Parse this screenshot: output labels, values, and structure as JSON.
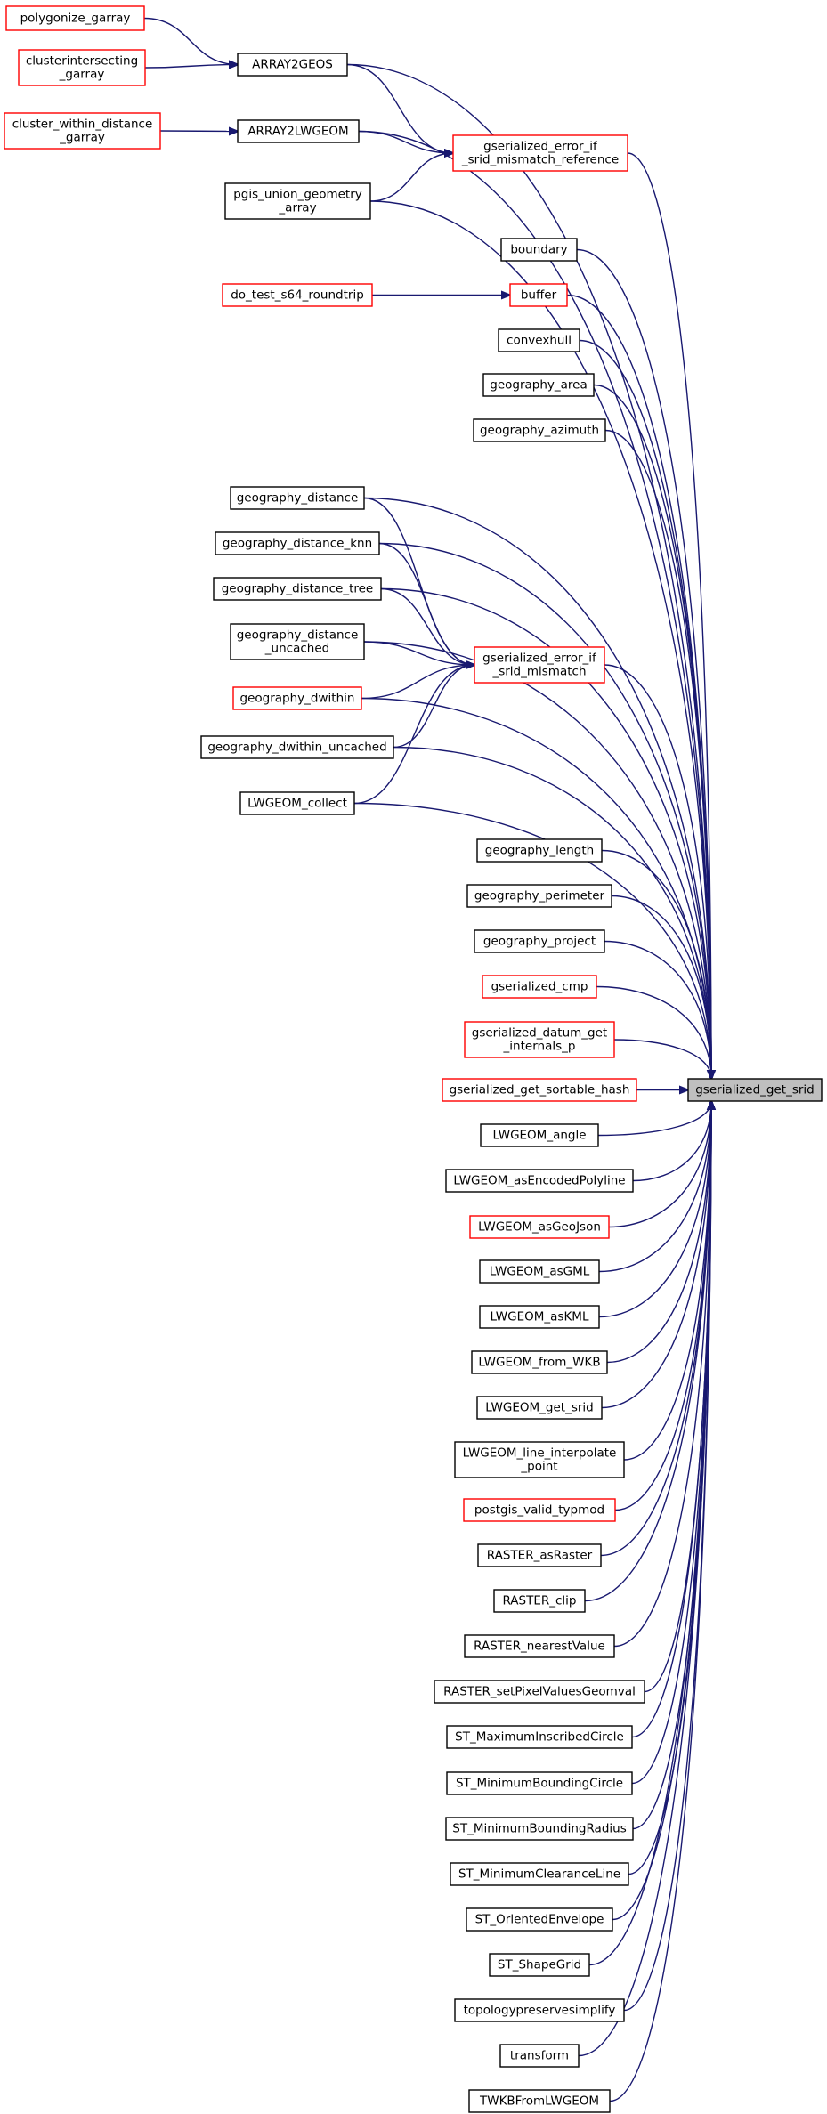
{
  "target": {
    "id": "gserialized_get_srid",
    "lines": [
      "gserialized_get_srid"
    ]
  },
  "nodes": [
    {
      "id": "polygonize_garray",
      "lines": [
        "polygonize_garray"
      ],
      "style": "red"
    },
    {
      "id": "clusterintersecting_garray",
      "lines": [
        "clusterintersecting",
        "_garray"
      ],
      "style": "red"
    },
    {
      "id": "cluster_within_distance_garray",
      "lines": [
        "cluster_within_distance",
        "_garray"
      ],
      "style": "red"
    },
    {
      "id": "ARRAY2GEOS",
      "lines": [
        "ARRAY2GEOS"
      ],
      "style": "black"
    },
    {
      "id": "ARRAY2LWGEOM",
      "lines": [
        "ARRAY2LWGEOM"
      ],
      "style": "black"
    },
    {
      "id": "pgis_union_geometry_array",
      "lines": [
        "pgis_union_geometry",
        "_array"
      ],
      "style": "black"
    },
    {
      "id": "gserialized_error_if_srid_mismatch_reference",
      "lines": [
        "gserialized_error_if",
        "_srid_mismatch_reference"
      ],
      "style": "red"
    },
    {
      "id": "boundary",
      "lines": [
        "boundary"
      ],
      "style": "black"
    },
    {
      "id": "do_test_s64_roundtrip",
      "lines": [
        "do_test_s64_roundtrip"
      ],
      "style": "red"
    },
    {
      "id": "buffer",
      "lines": [
        "buffer"
      ],
      "style": "red"
    },
    {
      "id": "convexhull",
      "lines": [
        "convexhull"
      ],
      "style": "black"
    },
    {
      "id": "geography_area",
      "lines": [
        "geography_area"
      ],
      "style": "black"
    },
    {
      "id": "geography_azimuth",
      "lines": [
        "geography_azimuth"
      ],
      "style": "black"
    },
    {
      "id": "geography_distance",
      "lines": [
        "geography_distance"
      ],
      "style": "black"
    },
    {
      "id": "geography_distance_knn",
      "lines": [
        "geography_distance_knn"
      ],
      "style": "black"
    },
    {
      "id": "geography_distance_tree",
      "lines": [
        "geography_distance_tree"
      ],
      "style": "black"
    },
    {
      "id": "geography_distance_uncached",
      "lines": [
        "geography_distance",
        "_uncached"
      ],
      "style": "black"
    },
    {
      "id": "geography_dwithin",
      "lines": [
        "geography_dwithin"
      ],
      "style": "red"
    },
    {
      "id": "geography_dwithin_uncached",
      "lines": [
        "geography_dwithin_uncached"
      ],
      "style": "black"
    },
    {
      "id": "LWGEOM_collect",
      "lines": [
        "LWGEOM_collect"
      ],
      "style": "black"
    },
    {
      "id": "gserialized_error_if_srid_mismatch",
      "lines": [
        "gserialized_error_if",
        "_srid_mismatch"
      ],
      "style": "red"
    },
    {
      "id": "geography_length",
      "lines": [
        "geography_length"
      ],
      "style": "black"
    },
    {
      "id": "geography_perimeter",
      "lines": [
        "geography_perimeter"
      ],
      "style": "black"
    },
    {
      "id": "geography_project",
      "lines": [
        "geography_project"
      ],
      "style": "black"
    },
    {
      "id": "gserialized_cmp",
      "lines": [
        "gserialized_cmp"
      ],
      "style": "red"
    },
    {
      "id": "gserialized_datum_get_internals_p",
      "lines": [
        "gserialized_datum_get",
        "_internals_p"
      ],
      "style": "red"
    },
    {
      "id": "gserialized_get_sortable_hash",
      "lines": [
        "gserialized_get_sortable_hash"
      ],
      "style": "red"
    },
    {
      "id": "LWGEOM_angle",
      "lines": [
        "LWGEOM_angle"
      ],
      "style": "black"
    },
    {
      "id": "LWGEOM_asEncodedPolyline",
      "lines": [
        "LWGEOM_asEncodedPolyline"
      ],
      "style": "black"
    },
    {
      "id": "LWGEOM_asGeoJson",
      "lines": [
        "LWGEOM_asGeoJson"
      ],
      "style": "red"
    },
    {
      "id": "LWGEOM_asGML",
      "lines": [
        "LWGEOM_asGML"
      ],
      "style": "black"
    },
    {
      "id": "LWGEOM_asKML",
      "lines": [
        "LWGEOM_asKML"
      ],
      "style": "black"
    },
    {
      "id": "LWGEOM_from_WKB",
      "lines": [
        "LWGEOM_from_WKB"
      ],
      "style": "black"
    },
    {
      "id": "LWGEOM_get_srid",
      "lines": [
        "LWGEOM_get_srid"
      ],
      "style": "black"
    },
    {
      "id": "LWGEOM_line_interpolate_point",
      "lines": [
        "LWGEOM_line_interpolate",
        "_point"
      ],
      "style": "black"
    },
    {
      "id": "postgis_valid_typmod",
      "lines": [
        "postgis_valid_typmod"
      ],
      "style": "red"
    },
    {
      "id": "RASTER_asRaster",
      "lines": [
        "RASTER_asRaster"
      ],
      "style": "black"
    },
    {
      "id": "RASTER_clip",
      "lines": [
        "RASTER_clip"
      ],
      "style": "black"
    },
    {
      "id": "RASTER_nearestValue",
      "lines": [
        "RASTER_nearestValue"
      ],
      "style": "black"
    },
    {
      "id": "RASTER_setPixelValuesGeomval",
      "lines": [
        "RASTER_setPixelValuesGeomval"
      ],
      "style": "black"
    },
    {
      "id": "ST_MaximumInscribedCircle",
      "lines": [
        "ST_MaximumInscribedCircle"
      ],
      "style": "black"
    },
    {
      "id": "ST_MinimumBoundingCircle",
      "lines": [
        "ST_MinimumBoundingCircle"
      ],
      "style": "black"
    },
    {
      "id": "ST_MinimumBoundingRadius",
      "lines": [
        "ST_MinimumBoundingRadius"
      ],
      "style": "black"
    },
    {
      "id": "ST_MinimumClearanceLine",
      "lines": [
        "ST_MinimumClearanceLine"
      ],
      "style": "black"
    },
    {
      "id": "ST_OrientedEnvelope",
      "lines": [
        "ST_OrientedEnvelope"
      ],
      "style": "black"
    },
    {
      "id": "ST_ShapeGrid",
      "lines": [
        "ST_ShapeGrid"
      ],
      "style": "black"
    },
    {
      "id": "topologypreservesimplify",
      "lines": [
        "topologypreservesimplify"
      ],
      "style": "black"
    },
    {
      "id": "transform",
      "lines": [
        "transform"
      ],
      "style": "black"
    },
    {
      "id": "TWKBFromLWGEOM",
      "lines": [
        "TWKBFromLWGEOM"
      ],
      "style": "black"
    }
  ],
  "edges": [
    [
      "polygonize_garray",
      "ARRAY2GEOS"
    ],
    [
      "clusterintersecting_garray",
      "ARRAY2GEOS"
    ],
    [
      "cluster_within_distance_garray",
      "ARRAY2LWGEOM"
    ],
    [
      "ARRAY2GEOS",
      "gserialized_error_if_srid_mismatch_reference"
    ],
    [
      "ARRAY2LWGEOM",
      "gserialized_error_if_srid_mismatch_reference"
    ],
    [
      "pgis_union_geometry_array",
      "gserialized_error_if_srid_mismatch_reference"
    ],
    [
      "do_test_s64_roundtrip",
      "buffer"
    ],
    [
      "geography_distance",
      "gserialized_error_if_srid_mismatch"
    ],
    [
      "geography_distance_knn",
      "gserialized_error_if_srid_mismatch"
    ],
    [
      "geography_distance_tree",
      "gserialized_error_if_srid_mismatch"
    ],
    [
      "geography_distance_uncached",
      "gserialized_error_if_srid_mismatch"
    ],
    [
      "geography_dwithin",
      "gserialized_error_if_srid_mismatch"
    ],
    [
      "geography_dwithin_uncached",
      "gserialized_error_if_srid_mismatch"
    ],
    [
      "LWGEOM_collect",
      "gserialized_error_if_srid_mismatch"
    ],
    [
      "ARRAY2GEOS",
      "gserialized_get_srid"
    ],
    [
      "ARRAY2LWGEOM",
      "gserialized_get_srid"
    ],
    [
      "pgis_union_geometry_array",
      "gserialized_get_srid"
    ],
    [
      "gserialized_error_if_srid_mismatch_reference",
      "gserialized_get_srid"
    ],
    [
      "boundary",
      "gserialized_get_srid"
    ],
    [
      "buffer",
      "gserialized_get_srid"
    ],
    [
      "convexhull",
      "gserialized_get_srid"
    ],
    [
      "geography_area",
      "gserialized_get_srid"
    ],
    [
      "geography_azimuth",
      "gserialized_get_srid"
    ],
    [
      "geography_distance",
      "gserialized_get_srid"
    ],
    [
      "geography_distance_knn",
      "gserialized_get_srid"
    ],
    [
      "geography_distance_tree",
      "gserialized_get_srid"
    ],
    [
      "geography_distance_uncached",
      "gserialized_get_srid"
    ],
    [
      "gserialized_error_if_srid_mismatch",
      "gserialized_get_srid"
    ],
    [
      "geography_dwithin",
      "gserialized_get_srid"
    ],
    [
      "geography_dwithin_uncached",
      "gserialized_get_srid"
    ],
    [
      "LWGEOM_collect",
      "gserialized_get_srid"
    ],
    [
      "geography_length",
      "gserialized_get_srid"
    ],
    [
      "geography_perimeter",
      "gserialized_get_srid"
    ],
    [
      "geography_project",
      "gserialized_get_srid"
    ],
    [
      "gserialized_cmp",
      "gserialized_get_srid"
    ],
    [
      "gserialized_datum_get_internals_p",
      "gserialized_get_srid"
    ],
    [
      "gserialized_get_sortable_hash",
      "gserialized_get_srid"
    ],
    [
      "LWGEOM_angle",
      "gserialized_get_srid"
    ],
    [
      "LWGEOM_asEncodedPolyline",
      "gserialized_get_srid"
    ],
    [
      "LWGEOM_asGeoJson",
      "gserialized_get_srid"
    ],
    [
      "LWGEOM_asGML",
      "gserialized_get_srid"
    ],
    [
      "LWGEOM_asKML",
      "gserialized_get_srid"
    ],
    [
      "LWGEOM_from_WKB",
      "gserialized_get_srid"
    ],
    [
      "LWGEOM_get_srid",
      "gserialized_get_srid"
    ],
    [
      "LWGEOM_line_interpolate_point",
      "gserialized_get_srid"
    ],
    [
      "postgis_valid_typmod",
      "gserialized_get_srid"
    ],
    [
      "RASTER_asRaster",
      "gserialized_get_srid"
    ],
    [
      "RASTER_clip",
      "gserialized_get_srid"
    ],
    [
      "RASTER_nearestValue",
      "gserialized_get_srid"
    ],
    [
      "RASTER_setPixelValuesGeomval",
      "gserialized_get_srid"
    ],
    [
      "ST_MaximumInscribedCircle",
      "gserialized_get_srid"
    ],
    [
      "ST_MinimumBoundingCircle",
      "gserialized_get_srid"
    ],
    [
      "ST_MinimumBoundingRadius",
      "gserialized_get_srid"
    ],
    [
      "ST_MinimumClearanceLine",
      "gserialized_get_srid"
    ],
    [
      "ST_OrientedEnvelope",
      "gserialized_get_srid"
    ],
    [
      "ST_ShapeGrid",
      "gserialized_get_srid"
    ],
    [
      "topologypreservesimplify",
      "gserialized_get_srid"
    ],
    [
      "transform",
      "gserialized_get_srid"
    ],
    [
      "TWKBFromLWGEOM",
      "gserialized_get_srid"
    ]
  ],
  "colors": {
    "edge": "#191970",
    "caller_border": "#000000",
    "truncated_border": "#ff0000",
    "target_fill": "#bfbfbf"
  }
}
